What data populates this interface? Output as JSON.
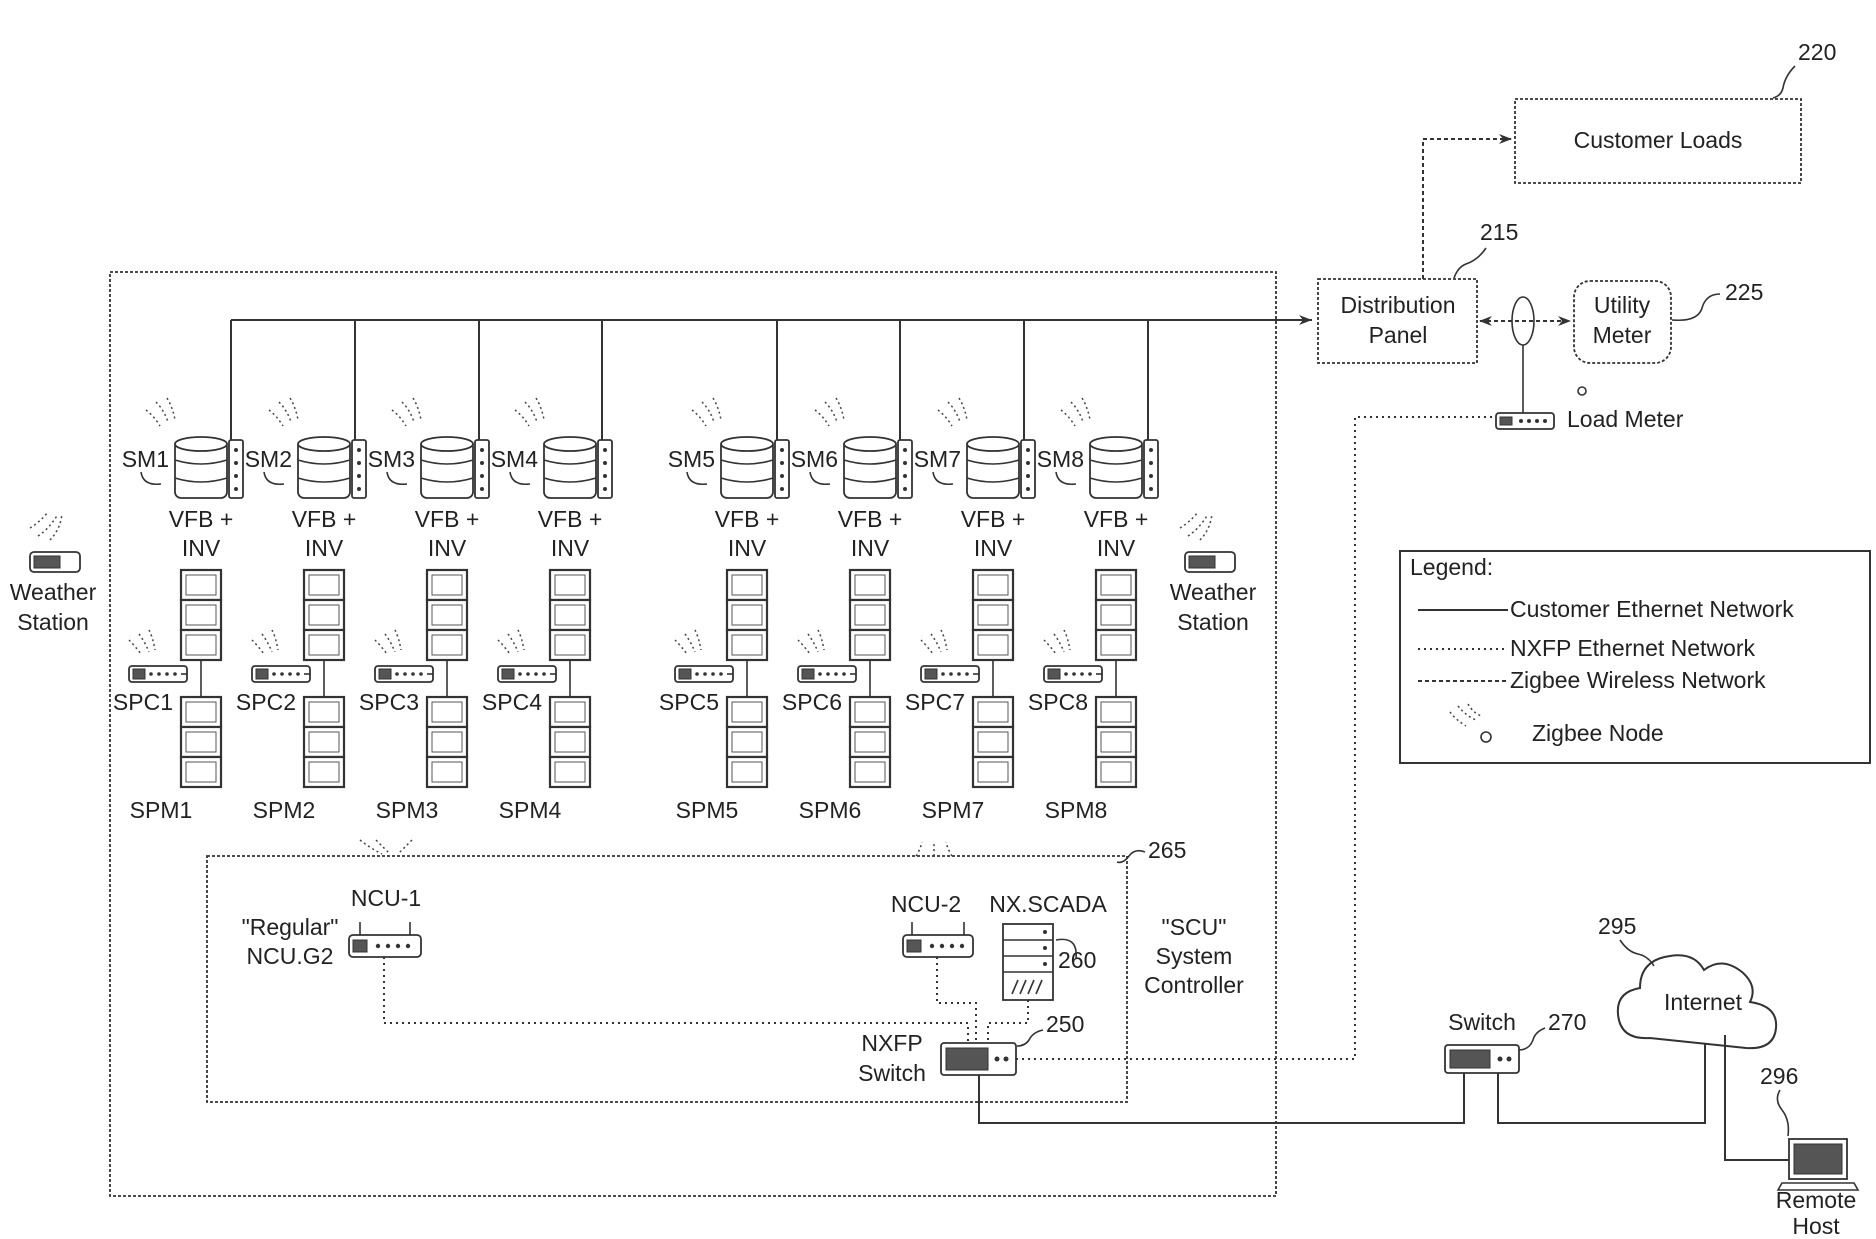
{
  "customer_loads": {
    "label": "Customer Loads",
    "ref": "220"
  },
  "distribution_panel": {
    "line1": "Distribution",
    "line2": "Panel",
    "ref": "215"
  },
  "utility_meter": {
    "line1": "Utility",
    "line2": "Meter",
    "ref": "225"
  },
  "load_meter": {
    "label": "Load Meter"
  },
  "weather_station_left": {
    "line1": "Weather",
    "line2": "Station"
  },
  "weather_station_right": {
    "line1": "Weather",
    "line2": "Station"
  },
  "units": [
    {
      "sm": "SM1",
      "vfb": "VFB +",
      "inv": "INV",
      "spc": "SPC1",
      "spm": "SPM1"
    },
    {
      "sm": "SM2",
      "vfb": "VFB +",
      "inv": "INV",
      "spc": "SPC2",
      "spm": "SPM2"
    },
    {
      "sm": "SM3",
      "vfb": "VFB +",
      "inv": "INV",
      "spc": "SPC3",
      "spm": "SPM3"
    },
    {
      "sm": "SM4",
      "vfb": "VFB +",
      "inv": "INV",
      "spc": "SPC4",
      "spm": "SPM4"
    },
    {
      "sm": "SM5",
      "vfb": "VFB +",
      "inv": "INV",
      "spc": "SPC5",
      "spm": "SPM5"
    },
    {
      "sm": "SM6",
      "vfb": "VFB +",
      "inv": "INV",
      "spc": "SPC6",
      "spm": "SPM6"
    },
    {
      "sm": "SM7",
      "vfb": "VFB +",
      "inv": "INV",
      "spc": "SPC7",
      "spm": "SPM7"
    },
    {
      "sm": "SM8",
      "vfb": "VFB +",
      "inv": "INV",
      "spc": "SPC8",
      "spm": "SPM8"
    }
  ],
  "legend": {
    "title": "Legend:",
    "items": [
      {
        "label": "Customer Ethernet Network",
        "style": "solid"
      },
      {
        "label": "NXFP Ethernet Network",
        "style": "dotted"
      },
      {
        "label": "Zigbee Wireless Network",
        "style": "dashed"
      },
      {
        "label": "Zigbee Node",
        "style": "zigbee-node-icon"
      }
    ]
  },
  "scu": {
    "ref": "265",
    "line1": "\"SCU\"",
    "line2": "System",
    "line3": "Controller"
  },
  "ncu1": {
    "label": "NCU-1",
    "line1": "\"Regular\"",
    "line2": "NCU.G2"
  },
  "ncu2": {
    "label": "NCU-2"
  },
  "nx_scada": {
    "label": "NX.SCADA",
    "ref": "260"
  },
  "nxfp_switch": {
    "line1": "NXFP",
    "line2": "Switch",
    "ref": "250"
  },
  "switch": {
    "label": "Switch",
    "ref": "270"
  },
  "internet": {
    "label": "Internet",
    "ref": "295"
  },
  "remote_host": {
    "line1": "Remote",
    "line2": "Host",
    "ref": "296"
  }
}
